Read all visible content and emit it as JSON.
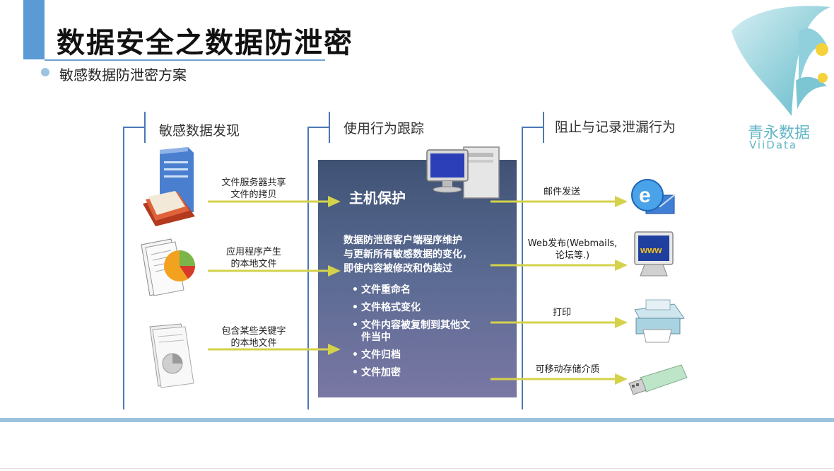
{
  "header": {
    "title": "数据安全之数据防泄密",
    "subtitle": "敏感数据防泄密方案"
  },
  "logo": {
    "name": "青永数据",
    "sub": "ViiData",
    "color": "#62b6c6",
    "dot_color": "#f5d23a"
  },
  "columns": {
    "left": "敏感数据发现",
    "middle": "使用行为跟踪",
    "right": "阻止与记录泄漏行为"
  },
  "sources": [
    {
      "icon": "file-server-icon",
      "lines": [
        "文件服务器共享",
        "文件的拷贝"
      ]
    },
    {
      "icon": "application-files-icon",
      "lines": [
        "应用程序产生",
        "的本地文件"
      ]
    },
    {
      "icon": "keyword-documents-icon",
      "lines": [
        "包含某些关键字",
        "的本地文件"
      ]
    }
  ],
  "panel": {
    "title": "主机保护",
    "description_lines": [
      "数据防泄密客户端程序维护",
      "与更新所有敏感数据的变化，",
      "即使内容被修改和伪装过"
    ],
    "items": [
      [
        "文件重命名"
      ],
      [
        "文件格式变化"
      ],
      [
        "文件内容被复制到其他文",
        "件当中"
      ],
      [
        "文件归档"
      ],
      [
        "文件加密"
      ]
    ]
  },
  "outputs": [
    {
      "icon": "email-icon",
      "lines": [
        "邮件发送"
      ]
    },
    {
      "icon": "web-publish-icon",
      "lines": [
        "Web发布(Webmails,",
        "论坛等.)"
      ]
    },
    {
      "icon": "printer-icon",
      "lines": [
        "打印"
      ]
    },
    {
      "icon": "usb-drive-icon",
      "lines": [
        "可移动存储介质"
      ]
    }
  ],
  "colors": {
    "accent": "#5b9bd5",
    "column_line": "#4a78b5",
    "arrow": "#d4d24a",
    "panel_top": "#3f5274",
    "panel_bottom": "#7a77a4",
    "bottom_band": "#9cc3db"
  }
}
